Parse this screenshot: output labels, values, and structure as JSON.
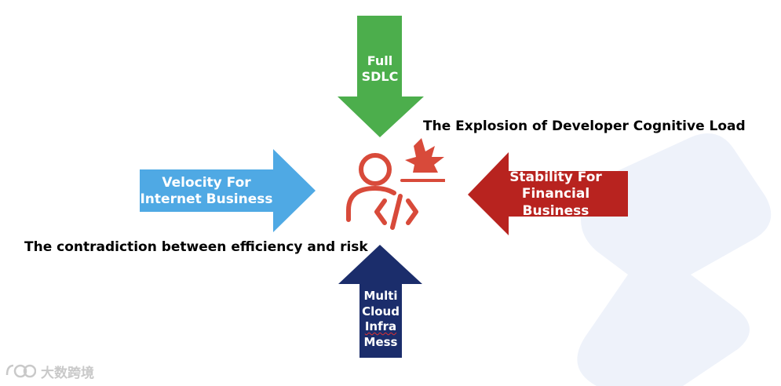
{
  "colors": {
    "green": "#4cae4c",
    "blue": "#4fa9e4",
    "red": "#b8231f",
    "navy": "#1b2d6b",
    "icon_red": "#d84a3a",
    "decor": "#eef2fa"
  },
  "arrows": {
    "top": {
      "lines": [
        "Full",
        "SDLC"
      ],
      "icon": "arrow-down"
    },
    "left": {
      "lines": [
        "Velocity For",
        "Internet Business"
      ],
      "icon": "arrow-right"
    },
    "right": {
      "lines": [
        "Stability For",
        "Financial Business"
      ],
      "icon": "arrow-left"
    },
    "bottom": {
      "lines": [
        "Multi",
        "Cloud",
        "Infra",
        "Mess"
      ],
      "icon": "arrow-up"
    }
  },
  "captions": {
    "cognitive_load": "The Explosion of Developer Cognitive Load",
    "contradiction": "The contradiction between efficiency and risk"
  },
  "center_icon": "developer-code-explosion-icon",
  "watermark": {
    "text": "大数跨境",
    "icon": "logo-icon"
  }
}
